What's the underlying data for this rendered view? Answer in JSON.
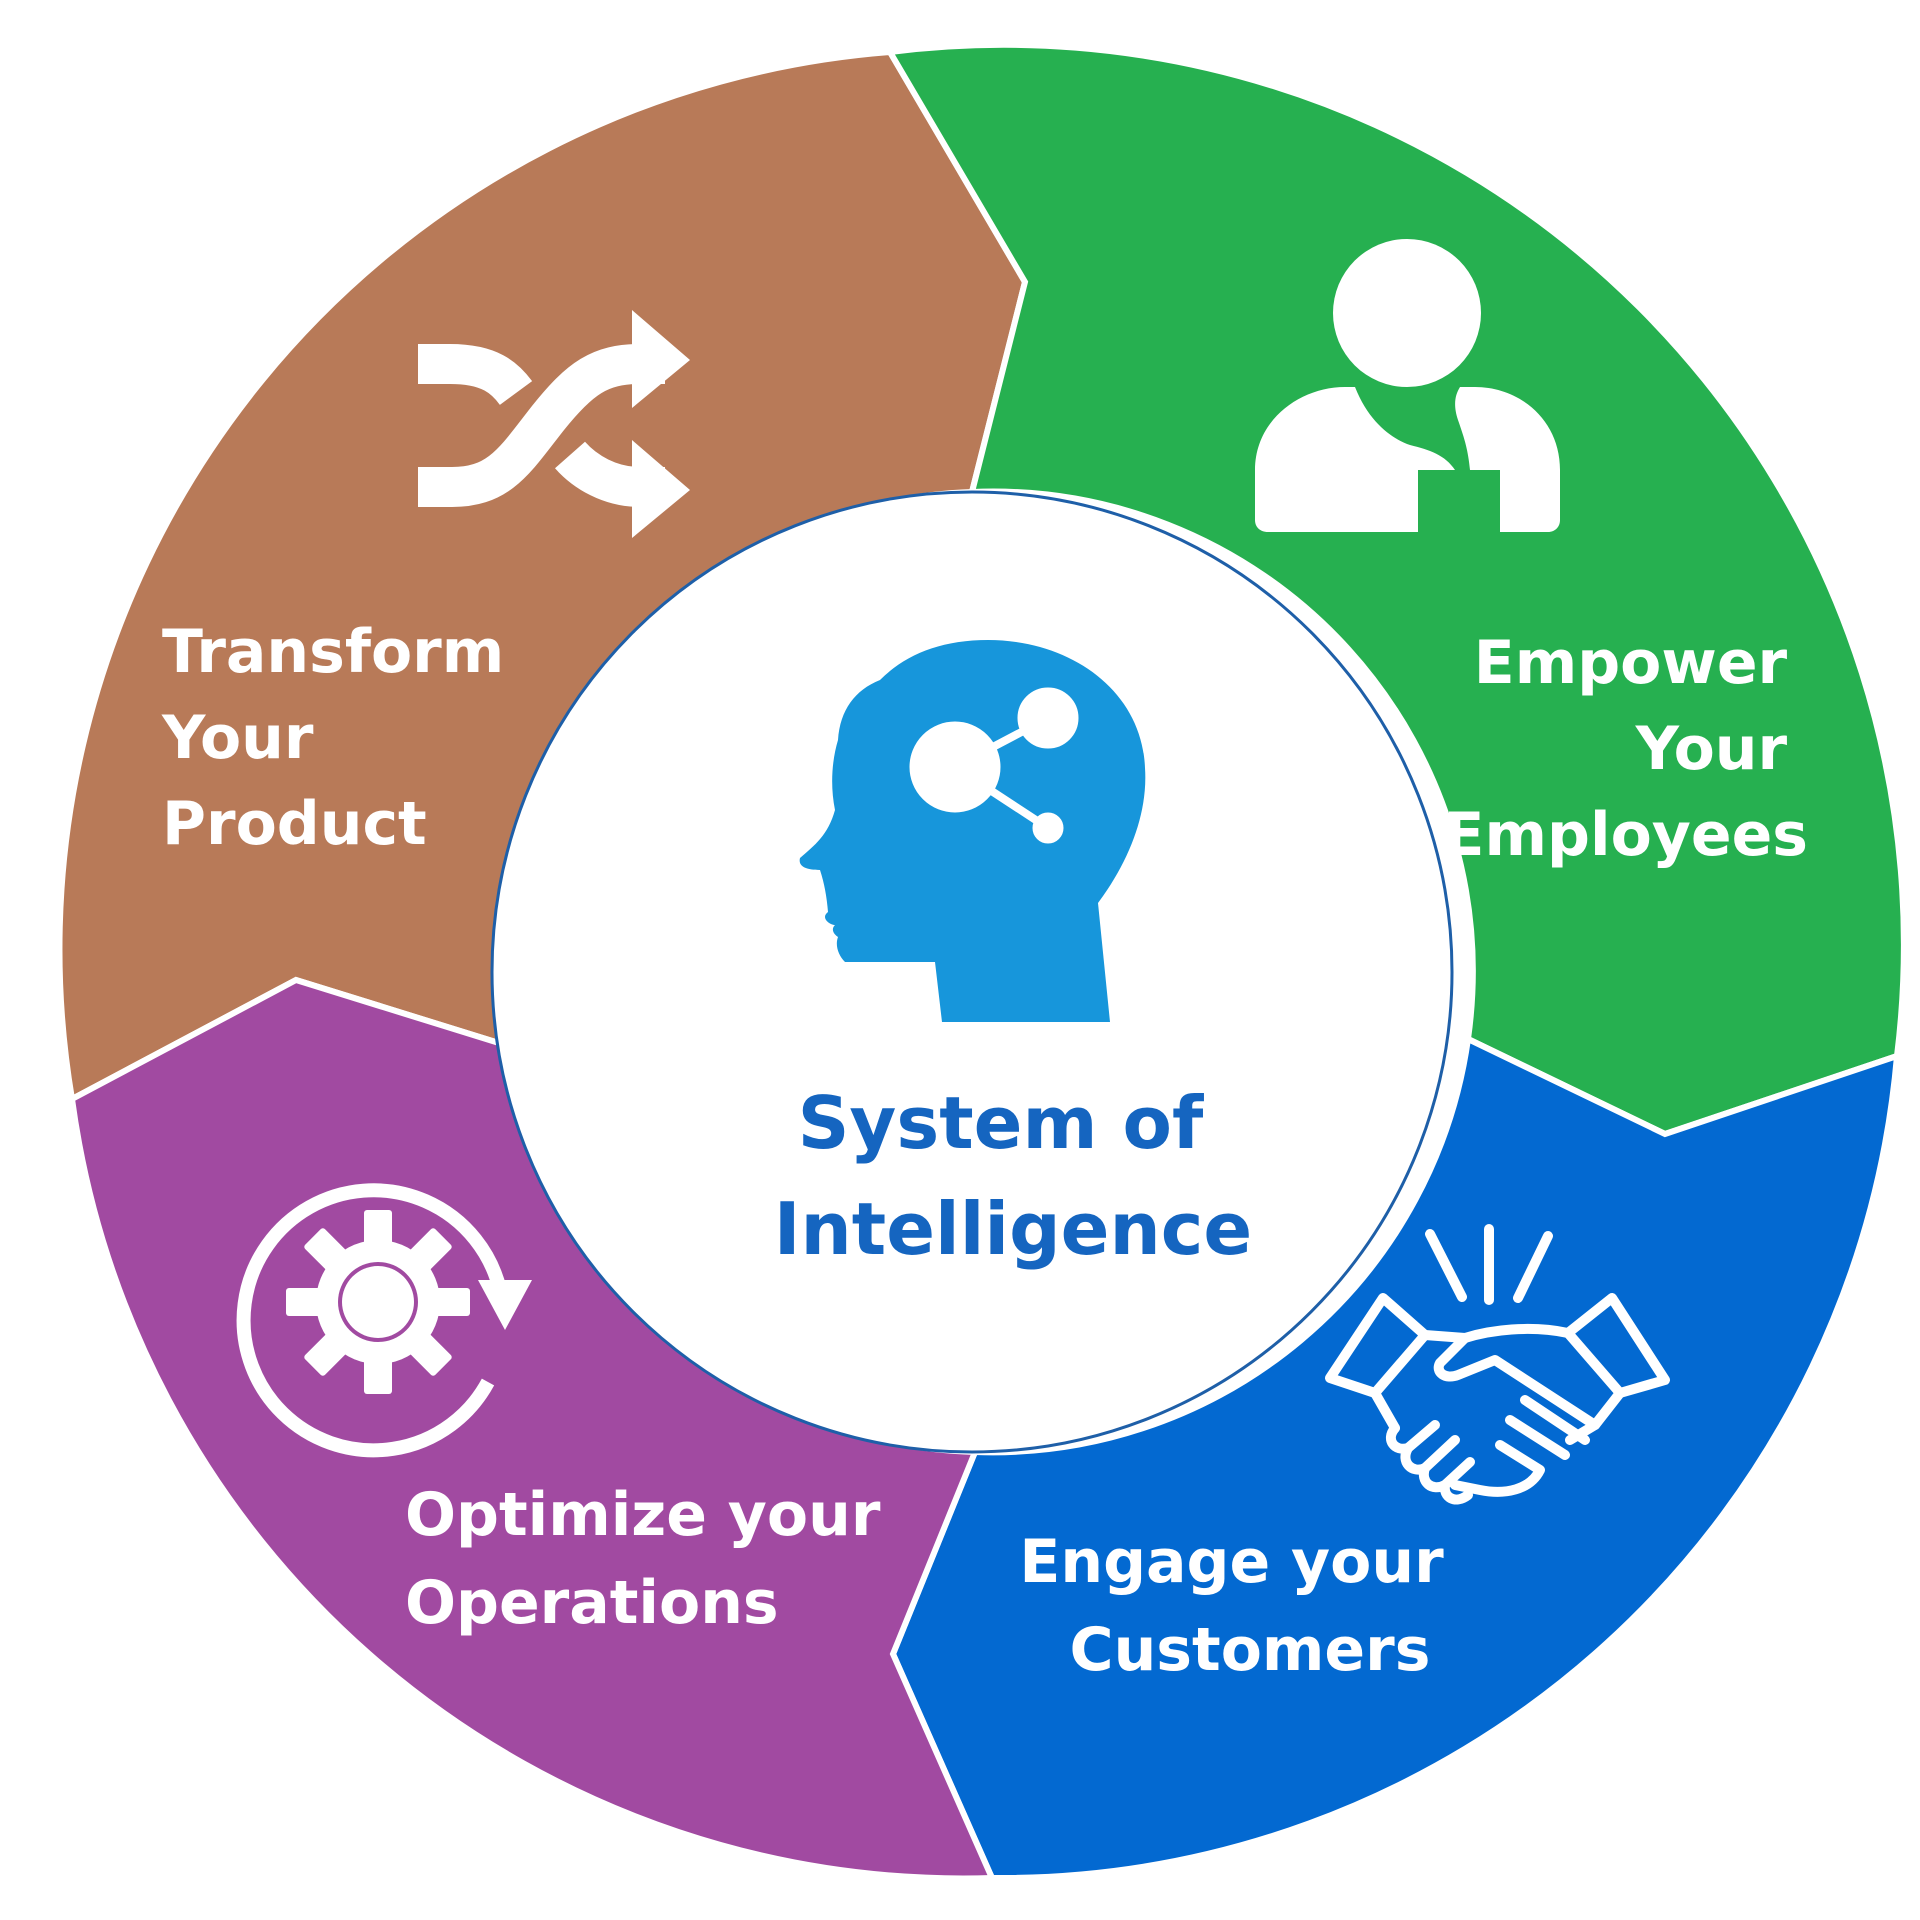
{
  "center": {
    "line1": "System of",
    "line2": "Intelligence",
    "icon": "head-network-icon",
    "color": "#1565C0",
    "icon_color": "#1796DB"
  },
  "segments": [
    {
      "id": "transform",
      "lines": [
        "Transform",
        "Your",
        "Product"
      ],
      "icon": "shuffle-arrows-icon",
      "color": "#B87A58"
    },
    {
      "id": "empower",
      "lines": [
        "Empower",
        "Your",
        "Employees"
      ],
      "icon": "person-icon",
      "color": "#26B050"
    },
    {
      "id": "engage",
      "lines": [
        "Engage your",
        "Customers"
      ],
      "icon": "handshake-icon",
      "color": "#0369D1"
    },
    {
      "id": "optimize",
      "lines": [
        "Optimize your",
        "Operations"
      ],
      "icon": "gear-cycle-icon",
      "color": "#A14AA1"
    }
  ]
}
